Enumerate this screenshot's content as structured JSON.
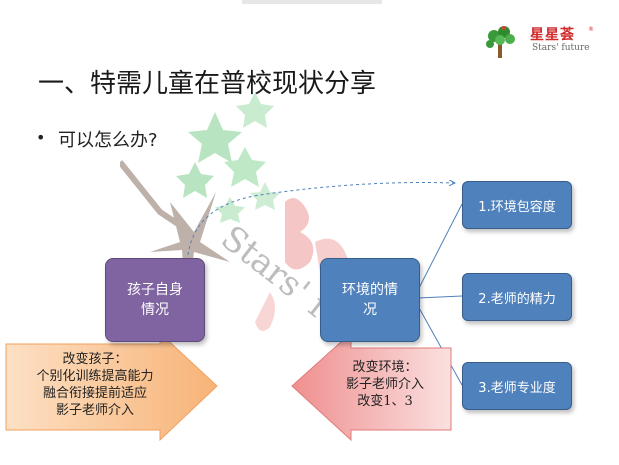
{
  "logo": {
    "name": "星星荟",
    "registered": "®",
    "sub": "Stars' future"
  },
  "slide": {
    "title": "一、特需儿童在普校现状分享",
    "bullet_marker": "•",
    "bullet": "可以怎么办?"
  },
  "watermark": {
    "text": "Stars' fu"
  },
  "boxes": {
    "child": "孩子自身情况",
    "environment": "环境的情况",
    "items": [
      "1.环境包容度",
      "2.老师的精力",
      "3.老师专业度"
    ]
  },
  "arrows": {
    "change_child": [
      "改变孩子：",
      "个别化训练提高能力",
      "融合衔接提前适应",
      "影子老师介入"
    ],
    "change_env": [
      "改变环境：",
      "影子老师介入",
      "改变1、3"
    ]
  },
  "colors": {
    "purple": "#8064a2",
    "blue": "#4f81bd",
    "orange_arrow": "#f9c38f",
    "pink_arrow": "#f2a4a4"
  }
}
